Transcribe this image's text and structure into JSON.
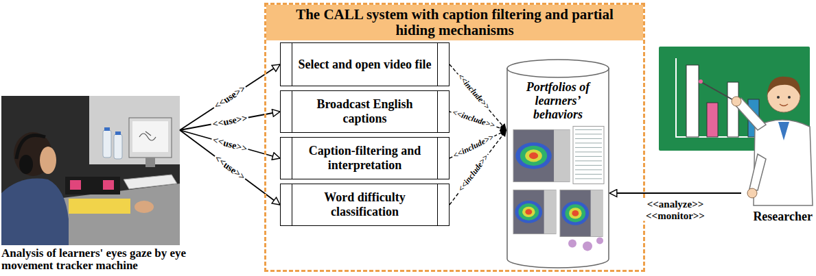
{
  "diagram": {
    "nodes": [
      {
        "text": [
          "Analysis of learners' eyes gaze by eye movement tracker machine"
        ]
      },
      {
        "text": [
          "The CALL system with caption filtering and partial hiding mechanisms"
        ]
      },
      {
        "text": [
          "Select and open video file"
        ],
        "in": 1
      },
      {
        "text": [
          "Broadcast English captions"
        ],
        "in": 1
      },
      {
        "text": [
          "Caption-filtering and interpretation"
        ],
        "in": 1
      },
      {
        "text": [
          "Word difficulty classification"
        ],
        "in": 1
      },
      {
        "text": [
          "Portfolios of learners’ behaviors"
        ],
        "in": 1
      },
      {
        "text": [
          "Researcher"
        ]
      }
    ],
    "edges": [
      {
        "from": 0,
        "to": 2,
        "label": "<<use>>",
        "arrow": "to"
      },
      {
        "from": 0,
        "to": 3,
        "label": "<<use>>",
        "arrow": "to"
      },
      {
        "from": 0,
        "to": 4,
        "label": "<<use>>",
        "arrow": "to"
      },
      {
        "from": 0,
        "to": 5,
        "label": "<<use>>",
        "arrow": "to"
      },
      {
        "from": 2,
        "to": 6,
        "label": "<<include>>",
        "arrow": "to"
      },
      {
        "from": 3,
        "to": 6,
        "label": "<<include>>",
        "arrow": "to"
      },
      {
        "from": 4,
        "to": 6,
        "label": "<<include>>",
        "arrow": "to"
      },
      {
        "from": 5,
        "to": 6,
        "label": "<<include>>",
        "arrow": "to"
      },
      {
        "from": 7,
        "to": 6,
        "label": "<<analyze>> <<monitor>>",
        "arrow": "to"
      }
    ]
  }
}
